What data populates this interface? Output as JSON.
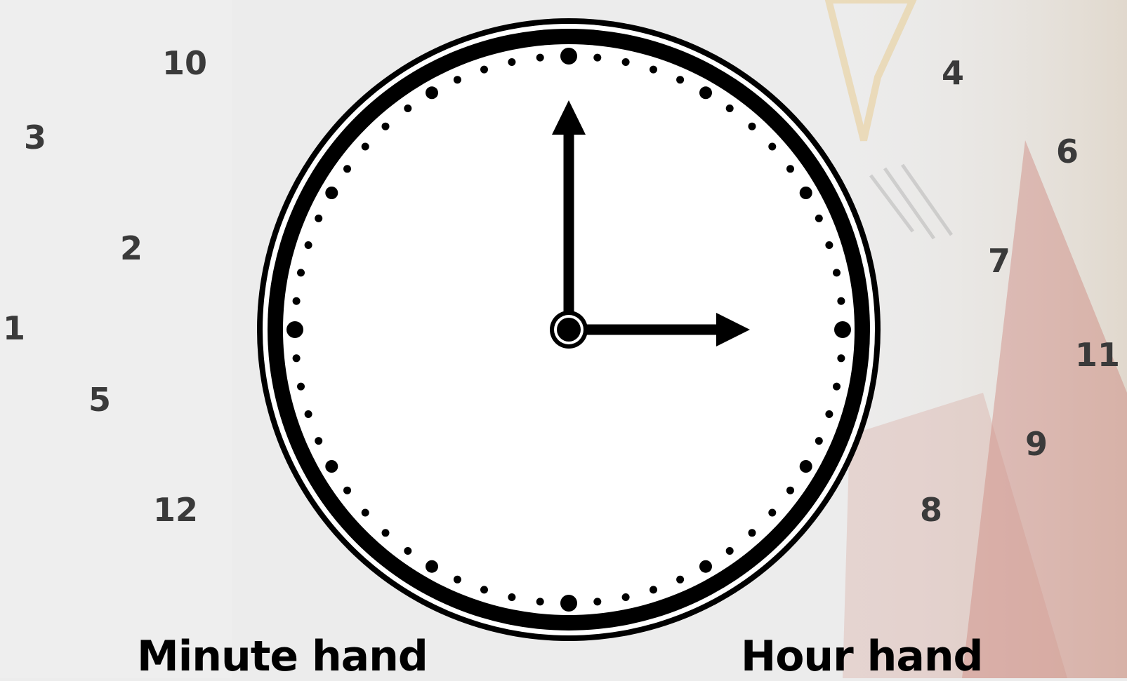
{
  "left_numbers": [
    {
      "id": "num-10",
      "text": "10"
    },
    {
      "id": "num-3",
      "text": "3"
    },
    {
      "id": "num-2",
      "text": "2"
    },
    {
      "id": "num-1",
      "text": "1"
    },
    {
      "id": "num-5",
      "text": "5"
    },
    {
      "id": "num-12",
      "text": "12"
    }
  ],
  "right_numbers": [
    {
      "id": "num-4",
      "text": "4"
    },
    {
      "id": "num-6",
      "text": "6"
    },
    {
      "id": "num-7",
      "text": "7"
    },
    {
      "id": "num-11",
      "text": "11"
    },
    {
      "id": "num-9",
      "text": "9"
    },
    {
      "id": "num-8",
      "text": "8"
    }
  ],
  "labels": {
    "minute_hand": "Minute hand",
    "hour_hand": "Hour hand"
  },
  "clock": {
    "time": "3:00",
    "minute_hand_points_to": "12",
    "hour_hand_points_to": "3"
  },
  "colors": {
    "text": "#3a3a3a",
    "clock_stroke": "#000000",
    "clock_face": "#ffffff",
    "background": "#ececec"
  }
}
